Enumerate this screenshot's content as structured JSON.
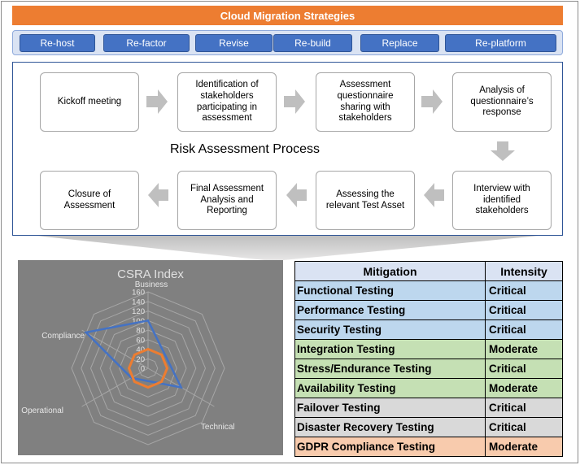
{
  "title": "Cloud Migration Strategies",
  "strategies": [
    "Re-host",
    "Re-factor",
    "Revise",
    "Re-build",
    "Replace",
    "Re-platform"
  ],
  "process": {
    "title": "Risk Assessment Process",
    "steps": [
      "Kickoff meeting",
      "Identification of stakeholders participating in assessment",
      "Assessment questionnaire sharing with stakeholders",
      "Analysis of questionnaire’s response",
      "Interview with identified stakeholders",
      "Assessing the relevant Test Asset",
      "Final Assessment Analysis and Reporting",
      "Closure of Assessment"
    ]
  },
  "colors": {
    "title_bar": "#ed7d31",
    "strategy_button": "#4472c4",
    "mitigation_blue": "#bdd7ee",
    "mitigation_green": "#c5e0b4",
    "mitigation_gray": "#d9d9d9",
    "mitigation_orange": "#f8cbad"
  },
  "chart_data": {
    "type": "radar",
    "title": "CSRA Index",
    "axes": [
      "Business",
      "Compliance",
      "Operational",
      "Technical"
    ],
    "ticks": [
      0,
      20,
      40,
      60,
      80,
      100,
      120,
      140,
      160
    ],
    "rmax": 160,
    "series": [
      {
        "color": "#4472c4",
        "values": [
          100,
          150,
          40,
          80
        ]
      },
      {
        "color": "#ed7d31",
        "values": [
          40,
          40,
          40,
          40
        ]
      }
    ]
  },
  "mitigation_table": {
    "headers": [
      "Mitigation",
      "Intensity"
    ],
    "rows": [
      {
        "mitigation": "Functional Testing",
        "intensity": "Critical",
        "color": "#bdd7ee"
      },
      {
        "mitigation": "Performance Testing",
        "intensity": "Critical",
        "color": "#bdd7ee"
      },
      {
        "mitigation": "Security Testing",
        "intensity": "Critical",
        "color": "#bdd7ee"
      },
      {
        "mitigation": "Integration Testing",
        "intensity": "Moderate",
        "color": "#c5e0b4"
      },
      {
        "mitigation": "Stress/Endurance Testing",
        "intensity": "Critical",
        "color": "#c5e0b4"
      },
      {
        "mitigation": "Availability Testing",
        "intensity": "Moderate",
        "color": "#c5e0b4"
      },
      {
        "mitigation": "Failover Testing",
        "intensity": "Critical",
        "color": "#d9d9d9"
      },
      {
        "mitigation": "Disaster Recovery Testing",
        "intensity": "Critical",
        "color": "#d9d9d9"
      },
      {
        "mitigation": "GDPR Compliance Testing",
        "intensity": "Moderate",
        "color": "#f8cbad"
      }
    ]
  }
}
